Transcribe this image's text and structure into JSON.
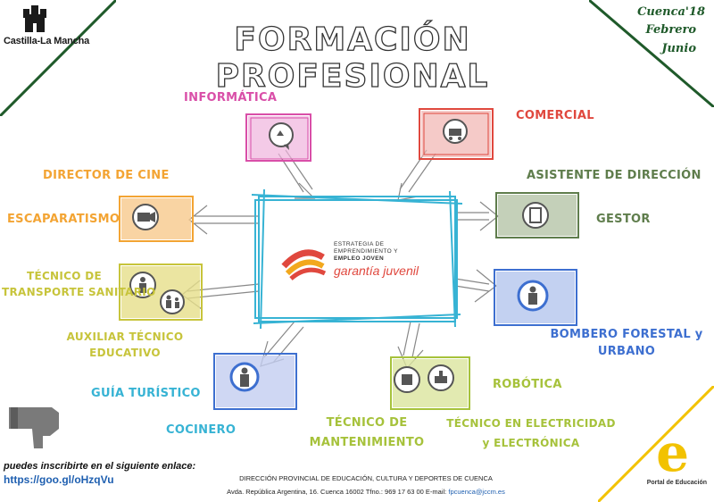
{
  "brand": {
    "region_name": "Castilla-La Mancha"
  },
  "dates": {
    "line1": "Cuenca'18",
    "line2": "Febrero",
    "line3": "Junio"
  },
  "title": "FORMACIÓN PROFESIONAL",
  "center": {
    "line1": "ESTRATEGIA DE",
    "line2": "EMPRENDIMIENTO Y",
    "line3": "EMPLEO JOVEN",
    "brand": "garantía juvenil"
  },
  "labels": {
    "informatica": "INFORMÁTICA",
    "comercial": "COMERCIAL",
    "director_cine": "DIRECTOR DE CINE",
    "escaparatismo": "ESCAPARATISMO",
    "asistente": "ASISTENTE DE DIRECCIÓN",
    "gestor": "GESTOR",
    "tecnico_transporte_1": "TÉCNICO DE",
    "tecnico_transporte_2": "TRANSPORTE SANITARIO",
    "auxiliar_1": "AUXILIAR TÉCNICO",
    "auxiliar_2": "EDUCATIVO",
    "bombero_1": "BOMBERO FORESTAL y",
    "bombero_2": "URBANO",
    "guia": "GUÍA TURÍSTICO",
    "cocinero": "COCINERO",
    "robotica": "ROBÓTICA",
    "mantenimiento_1": "TÉCNICO DE",
    "mantenimiento_2": "MANTENIMIENTO",
    "electricidad_1": "TÉCNICO EN ELECTRICIDAD",
    "electricidad_2": "y ELECTRÓNICA"
  },
  "colors": {
    "pink": "#d94fa8",
    "red": "#e0483e",
    "orange": "#f3a433",
    "green_dark": "#5f7d4c",
    "yellow_olive": "#c7c43b",
    "blue": "#3d6fd0",
    "lime": "#a6c23b",
    "cyan": "#37b3d4",
    "brand_green": "#1f5a2a",
    "portal_yellow": "#f2c200",
    "link_blue": "#1e5fb0"
  },
  "icons": {
    "informatica": "touch-screen-icon",
    "comercial": "shopping-cart-icon",
    "escaparatismo": "camera-icon",
    "gestor": "document-icon",
    "transporte": "medic-icon",
    "auxiliar": "teacher-icon",
    "bombero": "firefighter-icon",
    "guia": "tour-guide-icon",
    "robotica": "robot-icon",
    "electricidad": "tools-icon",
    "pointer": "pointing-hand-icon"
  },
  "signup": {
    "text": "puedes inscribirte en el siguiente enlace:",
    "link": "https://goo.gl/oHzqVu"
  },
  "footer": {
    "line1": "DIRECCIÓN PROVINCIAL DE EDUCACIÓN, CULTURA Y DEPORTES DE CUENCA",
    "line2": "Avda. República Argentina, 16. Cuenca 16002 Tfno.: 969 17 63 00 E-mail:",
    "email": "fpcuenca@jccm.es"
  },
  "portal": {
    "letter": "e",
    "label": "Portal de Educación"
  }
}
